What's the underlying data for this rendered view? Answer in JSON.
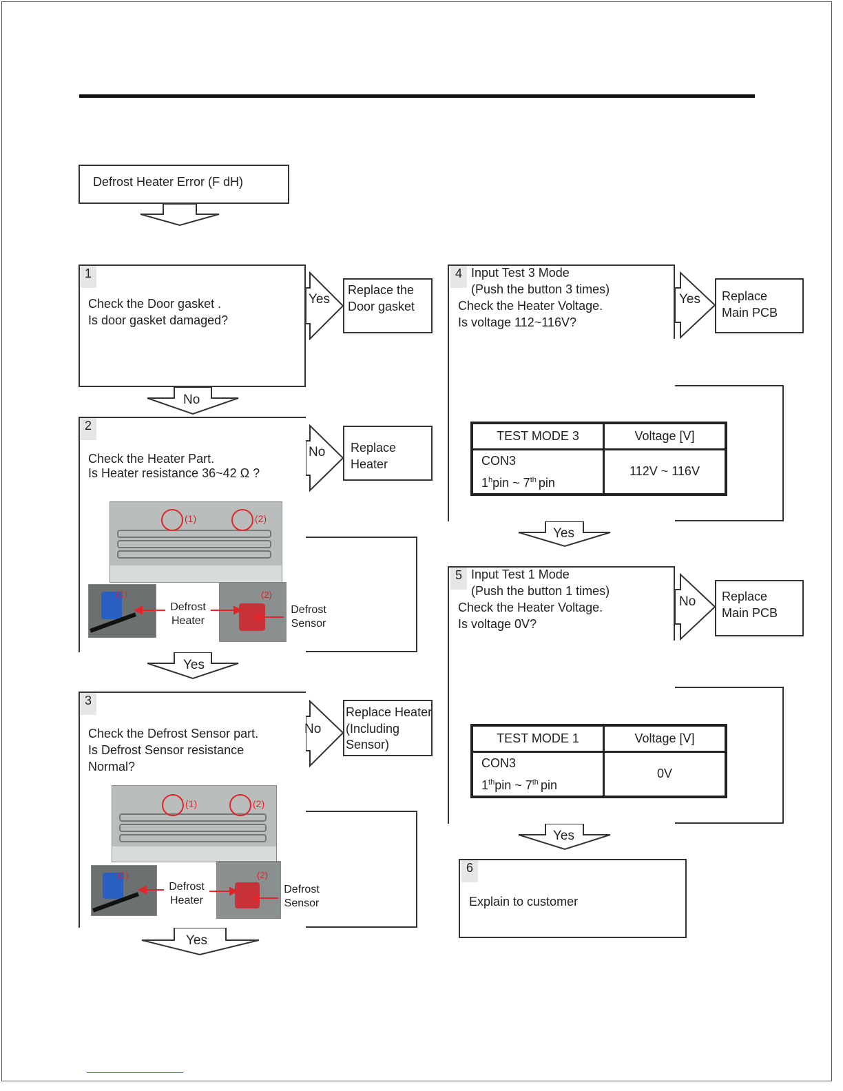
{
  "header": {
    "title": "Defrost Heater Error (F dH)"
  },
  "steps": [
    {
      "num": "1",
      "line1": "Check the Door gasket .",
      "line2": "Is door gasket damaged?",
      "branch_label": "Yes",
      "action_line1": "Replace the",
      "action_line2": "Door gasket",
      "next_label": "No"
    },
    {
      "num": "2",
      "line1": "Check the Heater Part.",
      "line2": "Is Heater resistance  36~42  Ω ?",
      "branch_label": "No",
      "action_line1": "Replace",
      "action_line2": "Heater",
      "next_label": "Yes",
      "photo_labels": {
        "c1": "(1)",
        "c2": "(2)",
        "heater_l1": "Defrost",
        "heater_l2": "Heater",
        "sensor_l1": "Defrost",
        "sensor_l2": "Sensor"
      }
    },
    {
      "num": "3",
      "line1": "Check the Defrost Sensor part.",
      "line2": "Is Defrost Sensor  resistance",
      "line3": "Normal?",
      "branch_label": "No",
      "action_line1": "Replace Heater",
      "action_line2": "(Including",
      "action_line3": "Sensor)",
      "next_label": "Yes",
      "photo_labels": {
        "c1": "(1)",
        "c2": "(2)",
        "heater_l1": "Defrost",
        "heater_l2": "Heater",
        "sensor_l1": "Defrost",
        "sensor_l2": "Sensor"
      }
    },
    {
      "num": "4",
      "line1": "Input Test 3 Mode",
      "line2": "(Push the button  3 times)",
      "line3": "Check the Heater  Voltage.",
      "line4": "Is voltage 112~116V?",
      "branch_label": "Yes",
      "action_line1": "Replace",
      "action_line2": "Main PCB",
      "next_label": "Yes",
      "table": {
        "h1": "TEST MODE 3",
        "h2": "Voltage [V]",
        "c1a": "CON3",
        "pin_a": "1",
        "pin_a_sup": "h",
        "pin_mid": "pin ~ 7",
        "pin_b_sup": "th",
        "pin_end": "pin",
        "c2": "112V ~ 116V"
      }
    },
    {
      "num": "5",
      "line1": "Input Test 1 Mode",
      "line2": "(Push the button  1 times)",
      "line3": "Check the Heater  Voltage.",
      "line4": "Is voltage 0V?",
      "branch_label": "No",
      "action_line1": "Replace",
      "action_line2": "Main PCB",
      "next_label": "Yes",
      "table": {
        "h1": "TEST MODE 1",
        "h2": "Voltage [V]",
        "c1a": "CON3",
        "pin_a": "1",
        "pin_a_sup": "th",
        "pin_mid": "pin ~ 7",
        "pin_b_sup": "th",
        "pin_end": "pin",
        "c2": "0V"
      }
    },
    {
      "num": "6",
      "line1": "Explain to customer"
    }
  ],
  "colors": {
    "line": "#333333",
    "highlight_red": "#e0262b",
    "label_bg": "#e6e6e6"
  }
}
